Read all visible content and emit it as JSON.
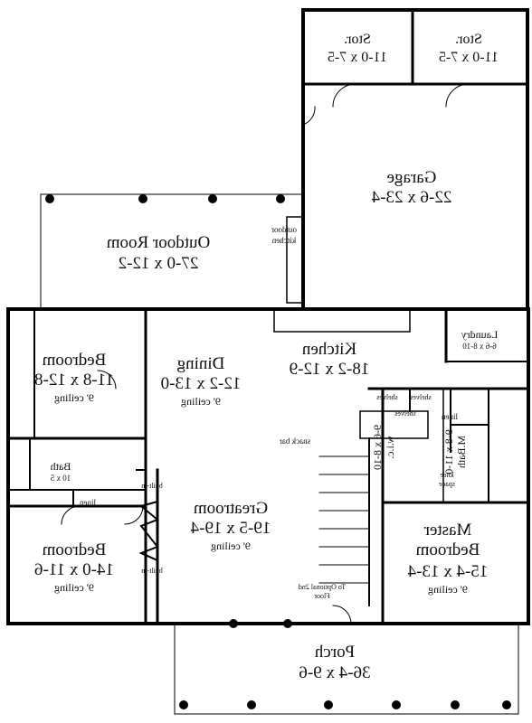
{
  "rooms": {
    "stor_left": {
      "name": "Stor.",
      "size": "11-0 x 7-5"
    },
    "stor_right": {
      "name": "Stor.",
      "size": "11-0 x 7-5"
    },
    "garage": {
      "name": "Garage",
      "size": "22-6 x 23-4"
    },
    "outdoor": {
      "name": "Outdoor Room",
      "size": "27-0 x 12-2"
    },
    "outdoor_kitchen": {
      "line1": "outdoor",
      "line2": "kitchen"
    },
    "bedroom_top": {
      "name": "Bedroom",
      "size": "11-8 x 12-8",
      "ceiling": "9' ceiling"
    },
    "dining": {
      "name": "Dining",
      "size": "12-2 x 13-0",
      "ceiling": "9' ceiling"
    },
    "kitchen": {
      "name": "Kitchen",
      "size": "18-2 x 12-9"
    },
    "laundry": {
      "name": "Laundry",
      "size": "6-6 x 8-10"
    },
    "bath": {
      "name": "Bath",
      "size": "10 x 5"
    },
    "linen_left": {
      "name": "linen"
    },
    "linen_right": {
      "name": "linen"
    },
    "shelves": [
      "shelves",
      "shelves",
      "shelves"
    ],
    "snack_bar": {
      "name": "snack bar"
    },
    "wic": {
      "name": "w.i.c.",
      "size": "9-6 x 8-10"
    },
    "mbath": {
      "name": "M.Bath",
      "size": "9-8 x 11-0"
    },
    "knee": {
      "line1": "knee",
      "line2": "space"
    },
    "greatroom": {
      "name": "Greatroom",
      "size": "19-5 x 19-4",
      "ceiling": "9' ceiling"
    },
    "built_in": [
      "built-in",
      "built-in"
    ],
    "stairs_note": {
      "line1": "To Optional 2nd",
      "line2": "Floor"
    },
    "bedroom_bot": {
      "name": "Bedroom",
      "size": "14-0 x 11-6",
      "ceiling": "9' ceiling"
    },
    "master": {
      "name1": "Master",
      "name2": "Bedroom",
      "size": "15-4 x 13-4",
      "ceiling": "9' ceiling"
    },
    "porch": {
      "name": "Porch",
      "size": "36-4 x 9-6"
    }
  }
}
